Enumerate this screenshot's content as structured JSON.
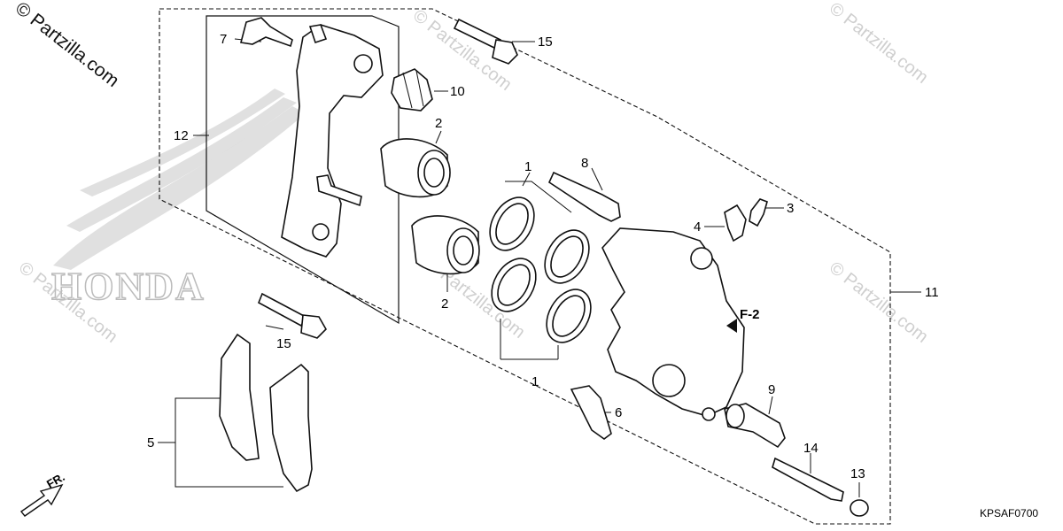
{
  "watermark": {
    "site_main": "© Partzilla.com",
    "site_faint": "© Partzilla.com",
    "brand": "HONDA"
  },
  "callouts": {
    "c1a": "1",
    "c1b": "1",
    "c2a": "2",
    "c2b": "2",
    "c3": "3",
    "c4": "4",
    "c5": "5",
    "c6": "6",
    "c7": "7",
    "c8": "8",
    "c9": "9",
    "c10": "10",
    "c11": "11",
    "c12": "12",
    "c13": "13",
    "c14": "14",
    "c15a": "15",
    "c15b": "15"
  },
  "reference": "F-2",
  "front_label": "FR.",
  "diagram_code": "KPSAF0700"
}
